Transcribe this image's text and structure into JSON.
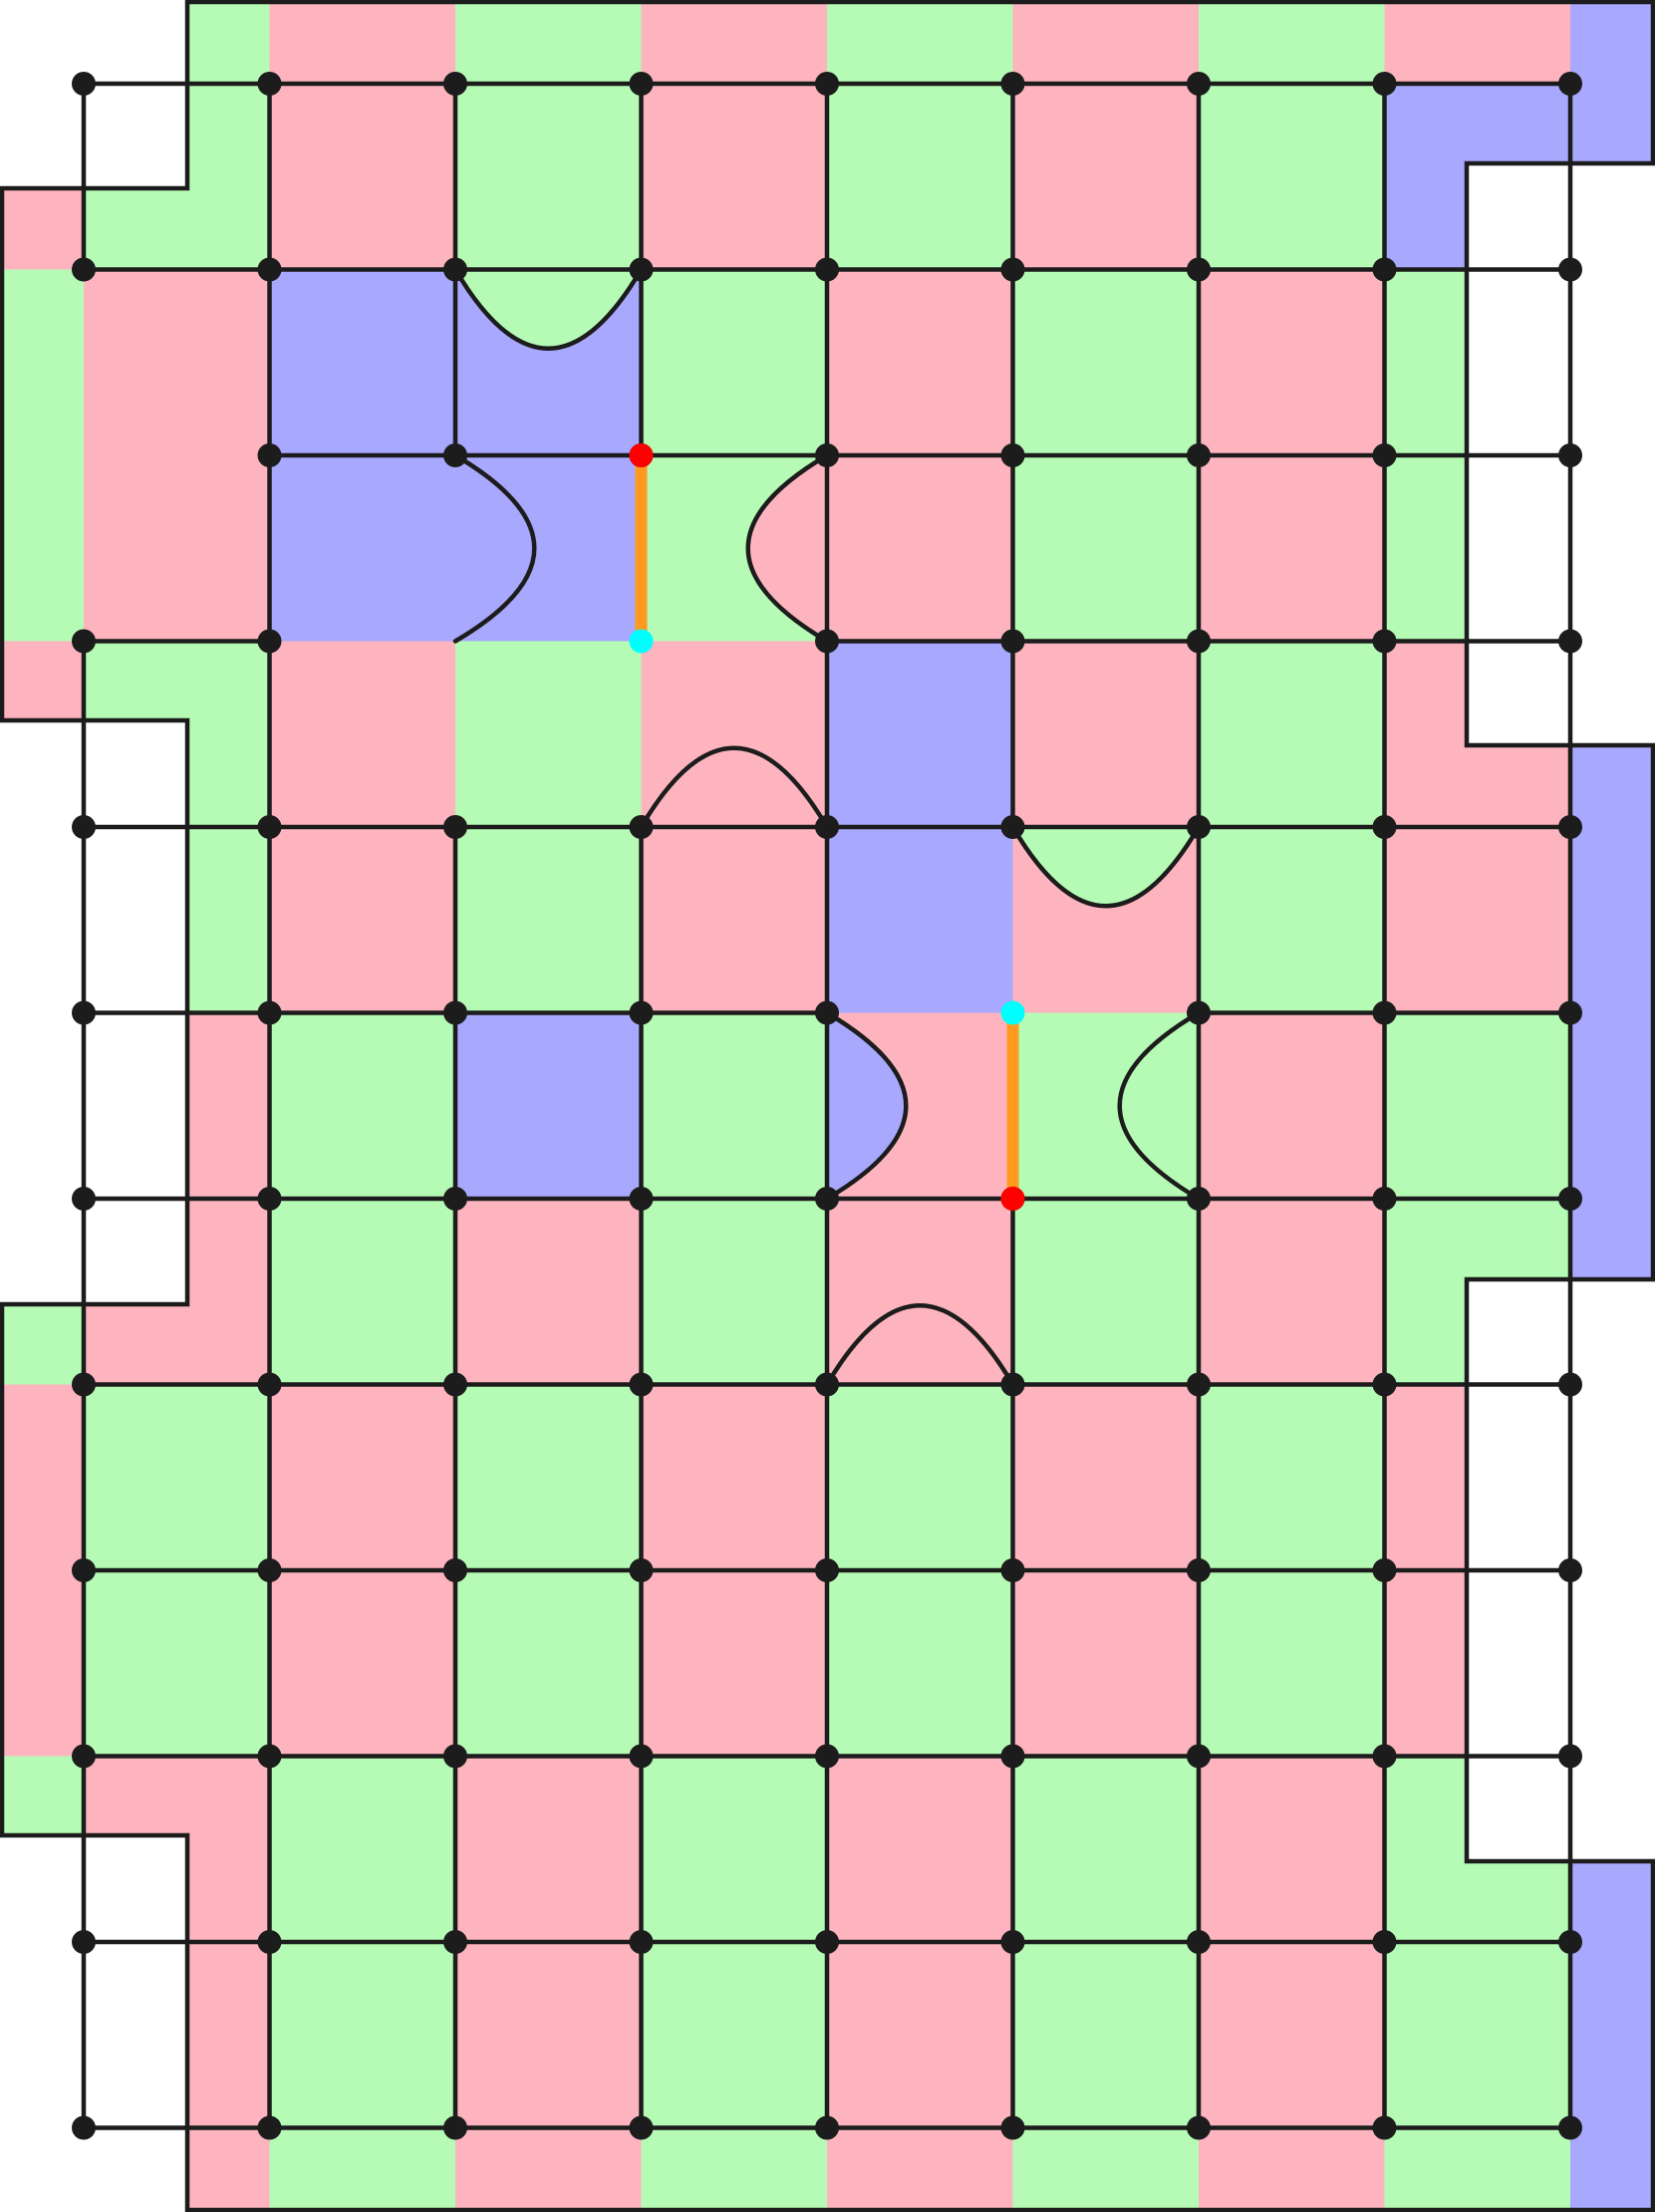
{
  "colors": {
    "background": "#ffffff",
    "red_region": "#fdb4bf",
    "green_region": "#b5fbb5",
    "blue_region": "#a8a8fe",
    "edge": "#1c1c1c",
    "vertex": "#1c1c1c",
    "terminal_red": "#ff0000",
    "terminal_cyan": "#00ffff",
    "segment_orange": "#ff9a1f"
  },
  "lattice": {
    "columns": 10,
    "rows": 12
  },
  "regions": {
    "red": [
      [
        0,
        0
      ],
      [
        2,
        0
      ],
      [
        4,
        0
      ],
      [
        6,
        0
      ],
      [
        8,
        0
      ],
      [
        0,
        1
      ],
      [
        2,
        1
      ],
      [
        4,
        1
      ],
      [
        6,
        1
      ],
      [
        1,
        2
      ],
      [
        5,
        2
      ],
      [
        7,
        2
      ],
      [
        1,
        3
      ],
      [
        5,
        3
      ],
      [
        7,
        3
      ],
      [
        0,
        4
      ],
      [
        2,
        4
      ],
      [
        4,
        4
      ],
      [
        6,
        4
      ],
      [
        8,
        4
      ],
      [
        0,
        5
      ],
      [
        2,
        5
      ],
      [
        4,
        5
      ],
      [
        6,
        5
      ],
      [
        8,
        5
      ],
      [
        1,
        6
      ],
      [
        5,
        6
      ],
      [
        7,
        6
      ],
      [
        1,
        7
      ],
      [
        3,
        7
      ],
      [
        5,
        7
      ],
      [
        7,
        7
      ],
      [
        0,
        8
      ],
      [
        2,
        8
      ],
      [
        4,
        8
      ],
      [
        6,
        8
      ],
      [
        8,
        8
      ],
      [
        0,
        9
      ],
      [
        2,
        9
      ],
      [
        4,
        9
      ],
      [
        6,
        9
      ],
      [
        8,
        9
      ],
      [
        1,
        10
      ],
      [
        3,
        10
      ],
      [
        5,
        10
      ],
      [
        7,
        10
      ],
      [
        1,
        11
      ],
      [
        3,
        11
      ],
      [
        5,
        11
      ],
      [
        7,
        11
      ]
    ],
    "green": [
      [
        1,
        0
      ],
      [
        3,
        0
      ],
      [
        5,
        0
      ],
      [
        7,
        0
      ],
      [
        1,
        1
      ],
      [
        3,
        1
      ],
      [
        5,
        1
      ],
      [
        7,
        1
      ],
      [
        0,
        2
      ],
      [
        4,
        2
      ],
      [
        6,
        2
      ],
      [
        8,
        2
      ],
      [
        0,
        3
      ],
      [
        4,
        3
      ],
      [
        6,
        3
      ],
      [
        8,
        3
      ],
      [
        1,
        4
      ],
      [
        3,
        4
      ],
      [
        7,
        4
      ],
      [
        1,
        5
      ],
      [
        3,
        5
      ],
      [
        7,
        5
      ],
      [
        0,
        6
      ],
      [
        2,
        6
      ],
      [
        4,
        6
      ],
      [
        6,
        6
      ],
      [
        8,
        6
      ],
      [
        0,
        7
      ],
      [
        2,
        7
      ],
      [
        4,
        7
      ],
      [
        6,
        7
      ],
      [
        8,
        7
      ],
      [
        1,
        8
      ],
      [
        3,
        8
      ],
      [
        5,
        8
      ],
      [
        7,
        8
      ],
      [
        1,
        9
      ],
      [
        3,
        9
      ],
      [
        5,
        9
      ],
      [
        7,
        9
      ],
      [
        0,
        10
      ],
      [
        2,
        10
      ],
      [
        4,
        10
      ],
      [
        6,
        10
      ],
      [
        8,
        10
      ],
      [
        0,
        11
      ],
      [
        2,
        11
      ],
      [
        4,
        11
      ],
      [
        6,
        11
      ],
      [
        8,
        11
      ]
    ]
  },
  "vertex_grid": {
    "rows": 12,
    "columns": 9,
    "removed": [
      [
        0,
        2
      ],
      [
        2,
        3
      ],
      [
        3,
        3
      ],
      [
        5,
        5
      ]
    ]
  },
  "terminals": [
    {
      "vertex": [
        3,
        2
      ],
      "color": "red"
    },
    {
      "vertex": [
        3,
        3
      ],
      "color": "cyan"
    },
    {
      "vertex": [
        5,
        5
      ],
      "color": "cyan"
    },
    {
      "vertex": [
        5,
        6
      ],
      "color": "red"
    }
  ],
  "segments": [
    {
      "from": [
        3,
        2
      ],
      "to": [
        3,
        3
      ]
    },
    {
      "from": [
        5,
        5
      ],
      "to": [
        5,
        6
      ]
    }
  ],
  "bulges": [
    {
      "from": [
        2,
        1
      ],
      "to": [
        3,
        1
      ],
      "side": "below",
      "color": "green"
    },
    {
      "from": [
        2,
        2
      ],
      "to": [
        2,
        3
      ],
      "side": "right",
      "color": "blue"
    },
    {
      "from": [
        4,
        2
      ],
      "to": [
        4,
        3
      ],
      "side": "left",
      "color": "red"
    },
    {
      "from": [
        3,
        4
      ],
      "to": [
        4,
        4
      ],
      "side": "above",
      "color": "red"
    },
    {
      "from": [
        5,
        4
      ],
      "to": [
        6,
        4
      ],
      "side": "below",
      "color": "green"
    },
    {
      "from": [
        4,
        5
      ],
      "to": [
        4,
        6
      ],
      "side": "right",
      "color": "blue"
    },
    {
      "from": [
        6,
        5
      ],
      "to": [
        6,
        6
      ],
      "side": "left",
      "color": "green"
    },
    {
      "from": [
        4,
        7
      ],
      "to": [
        5,
        7
      ],
      "side": "above",
      "color": "red"
    }
  ]
}
